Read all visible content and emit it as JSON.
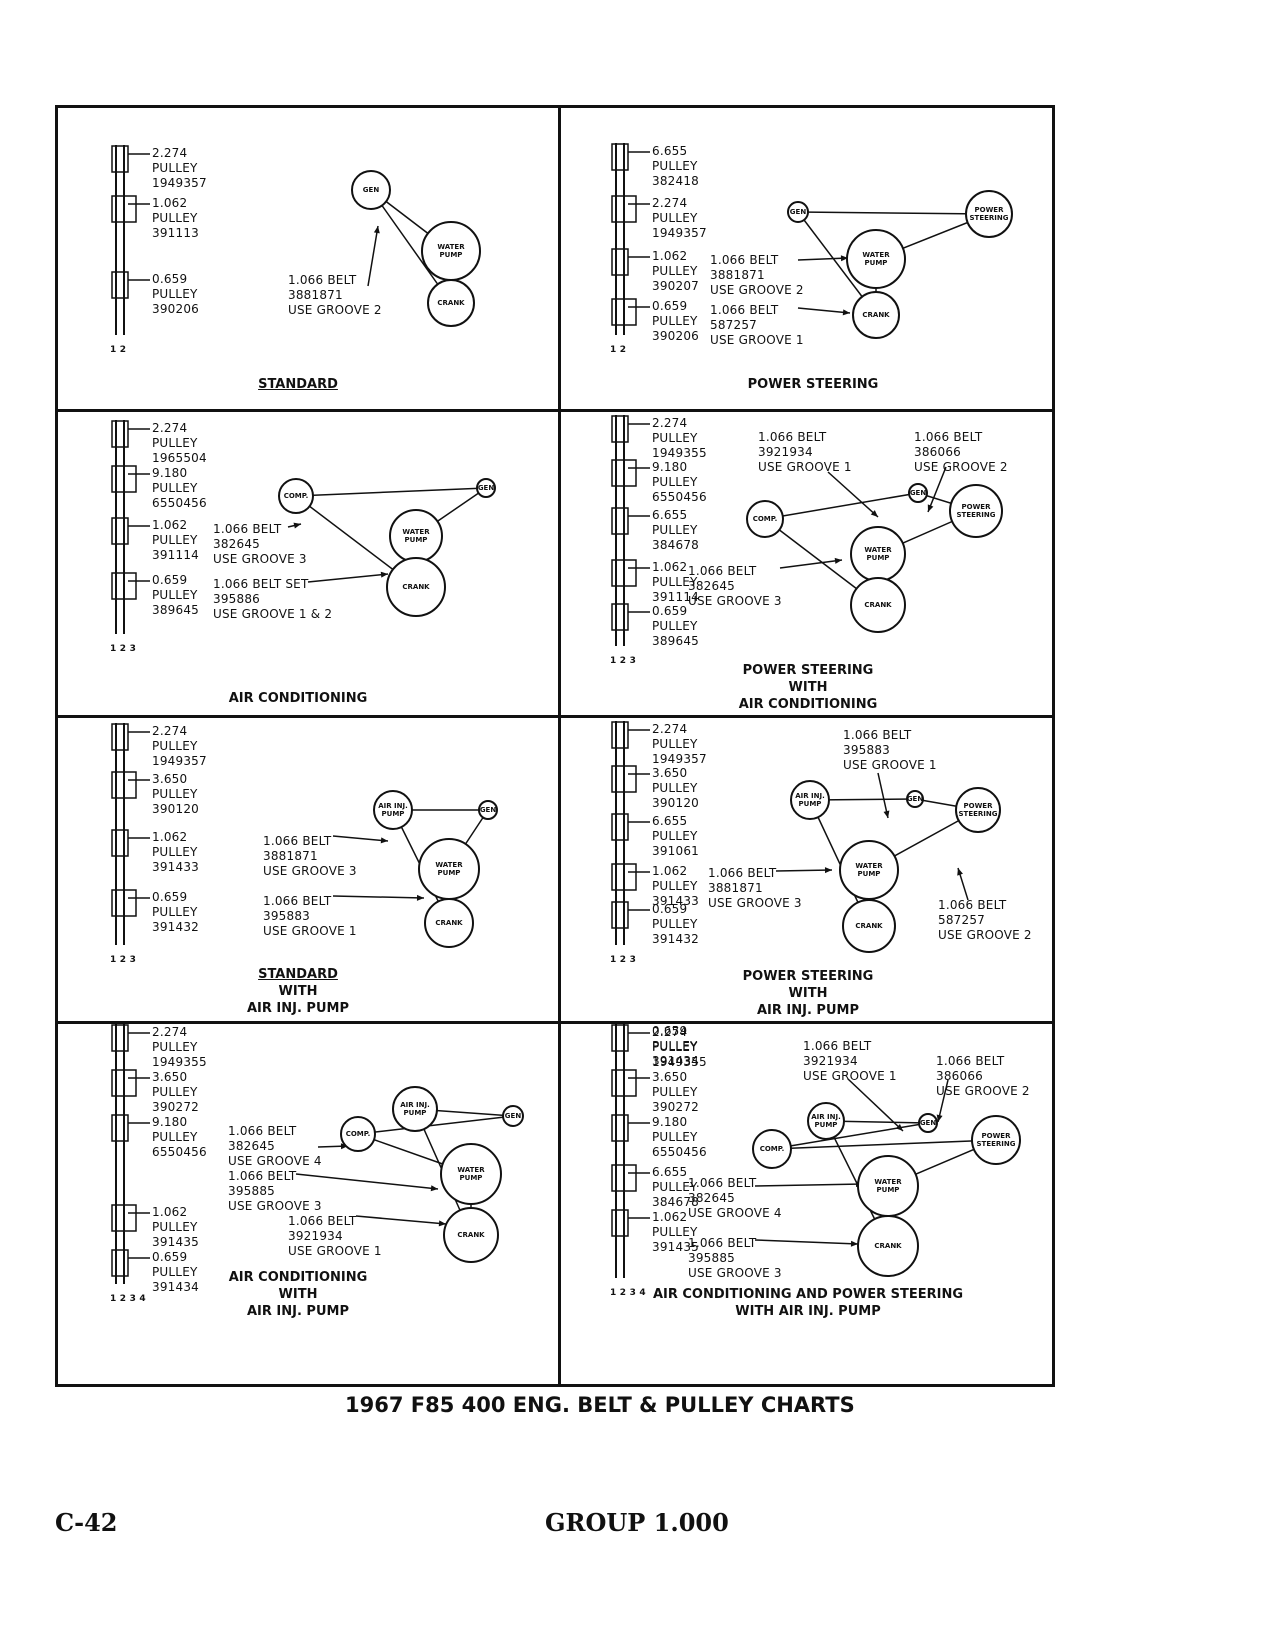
{
  "footer": {
    "chart_title": "1967 F85 400 ENG. BELT & PULLEY CHARTS",
    "page_code": "C-42",
    "group": "GROUP 1.000"
  },
  "panels": [
    {
      "title": [
        "STANDARD"
      ],
      "pulleys": [
        "2.274\nPULLEY\n1949357",
        "1.062\nPULLEY\n391113",
        "0.659\nPULLEY\n390206"
      ],
      "belts": [
        "1.066 BELT\n3881871\nUSE GROOVE 2"
      ],
      "components": [
        "GEN",
        "WATER\nPUMP",
        "CRANK"
      ],
      "grooves": "1 2"
    },
    {
      "title": [
        "POWER STEERING"
      ],
      "pulleys": [
        "6.655\nPULLEY\n382418",
        "2.274\nPULLEY\n1949357",
        "1.062\nPULLEY\n390207",
        "0.659\nPULLEY\n390206"
      ],
      "belts": [
        "1.066 BELT\n3881871\nUSE GROOVE 2",
        "1.066 BELT\n587257\nUSE GROOVE 1"
      ],
      "components": [
        "GEN",
        "POWER\nSTEERING",
        "WATER\nPUMP",
        "CRANK"
      ],
      "grooves": "1 2"
    },
    {
      "title": [
        "AIR CONDITIONING"
      ],
      "pulleys": [
        "2.274\nPULLEY\n1965504",
        "9.180\nPULLEY\n6550456",
        "1.062\nPULLEY\n391114",
        "0.659\nPULLEY\n389645"
      ],
      "belts": [
        "1.066 BELT\n382645\nUSE GROOVE 3",
        "1.066 BELT SET\n395886\nUSE GROOVE 1 & 2"
      ],
      "components": [
        "COMP.",
        "GEN",
        "WATER\nPUMP",
        "CRANK"
      ],
      "grooves": "1 2 3"
    },
    {
      "title": [
        "POWER STEERING",
        "WITH",
        "AIR CONDITIONING"
      ],
      "pulleys": [
        "2.274\nPULLEY\n1949355",
        "9.180\nPULLEY\n6550456",
        "6.655\nPULLEY\n384678",
        "1.062\nPULLEY\n391114",
        "0.659\nPULLEY\n389645"
      ],
      "belts": [
        "1.066 BELT\n3921934\nUSE GROOVE 1",
        "1.066 BELT\n386066\nUSE GROOVE 2",
        "1.066 BELT\n382645\nUSE GROOVE 3"
      ],
      "components": [
        "COMP.",
        "GEN",
        "POWER\nSTEERING",
        "WATER\nPUMP",
        "CRANK"
      ],
      "grooves": "1 2 3"
    },
    {
      "title": [
        "STANDARD",
        "WITH",
        "AIR INJ. PUMP"
      ],
      "pulleys": [
        "2.274\nPULLEY\n1949357",
        "3.650\nPULLEY\n390120",
        "1.062\nPULLEY\n391433",
        "0.659\nPULLEY\n391432"
      ],
      "belts": [
        "1.066 BELT\n3881871\nUSE GROOVE 3",
        "1.066 BELT\n395883\nUSE GROOVE 1"
      ],
      "components": [
        "AIR INJ.\nPUMP",
        "GEN",
        "WATER\nPUMP",
        "CRANK"
      ],
      "grooves": "1 2 3"
    },
    {
      "title": [
        "POWER STEERING",
        "WITH",
        "AIR INJ. PUMP"
      ],
      "pulleys": [
        "2.274\nPULLEY\n1949357",
        "3.650\nPULLEY\n390120",
        "6.655\nPULLEY\n391061",
        "1.062\nPULLEY\n391433",
        "0.659\nPULLEY\n391432"
      ],
      "belts": [
        "1.066 BELT\n395883\nUSE GROOVE 1",
        "1.066 BELT\n3881871\nUSE GROOVE 3",
        "1.066 BELT\n587257\nUSE GROOVE 2"
      ],
      "components": [
        "AIR INJ.\nPUMP",
        "GEN",
        "POWER\nSTEERING",
        "WATER\nPUMP",
        "CRANK"
      ],
      "grooves": "1 2 3"
    },
    {
      "title": [
        "AIR CONDITIONING",
        "WITH",
        "AIR INJ. PUMP"
      ],
      "pulleys": [
        "2.274\nPULLEY\n1949355",
        "3.650\nPULLEY\n390272",
        "9.180\nPULLEY\n6550456",
        "1.062\nPULLEY\n391435",
        "0.659\nPULLEY\n391434"
      ],
      "belts": [
        "1.066 BELT\n382645\nUSE GROOVE 4",
        "1.066 BELT\n395885\nUSE GROOVE 3",
        "1.066 BELT\n3921934\nUSE GROOVE 1"
      ],
      "components": [
        "AIR INJ.\nPUMP",
        "GEN",
        "COMP.",
        "WATER\nPUMP",
        "CRANK"
      ],
      "grooves": "1 2 3 4"
    },
    {
      "title": [
        "AIR CONDITIONING AND POWER STEERING",
        "WITH AIR INJ. PUMP"
      ],
      "pulleys": [
        "2.274\nPULLEY\n1949355",
        "3.650\nPULLEY\n390272",
        "9.180\nPULLEY\n6550456",
        "6.655\nPULLEY\n384678",
        "1.062\nPULLEY\n391435",
        "0.659\nPULLEY\n391434"
      ],
      "belts": [
        "1.066 BELT\n3921934\nUSE GROOVE 1",
        "1.066 BELT\n386066\nUSE GROOVE 2",
        "1.066 BELT\n382645\nUSE GROOVE 4",
        "1.066 BELT\n395885\nUSE GROOVE 3"
      ],
      "components": [
        "AIR INJ.\nPUMP",
        "GEN",
        "COMP.",
        "POWER\nSTEERING",
        "WATER\nPUMP",
        "CRANK"
      ],
      "grooves": "1 2 3 4"
    }
  ]
}
